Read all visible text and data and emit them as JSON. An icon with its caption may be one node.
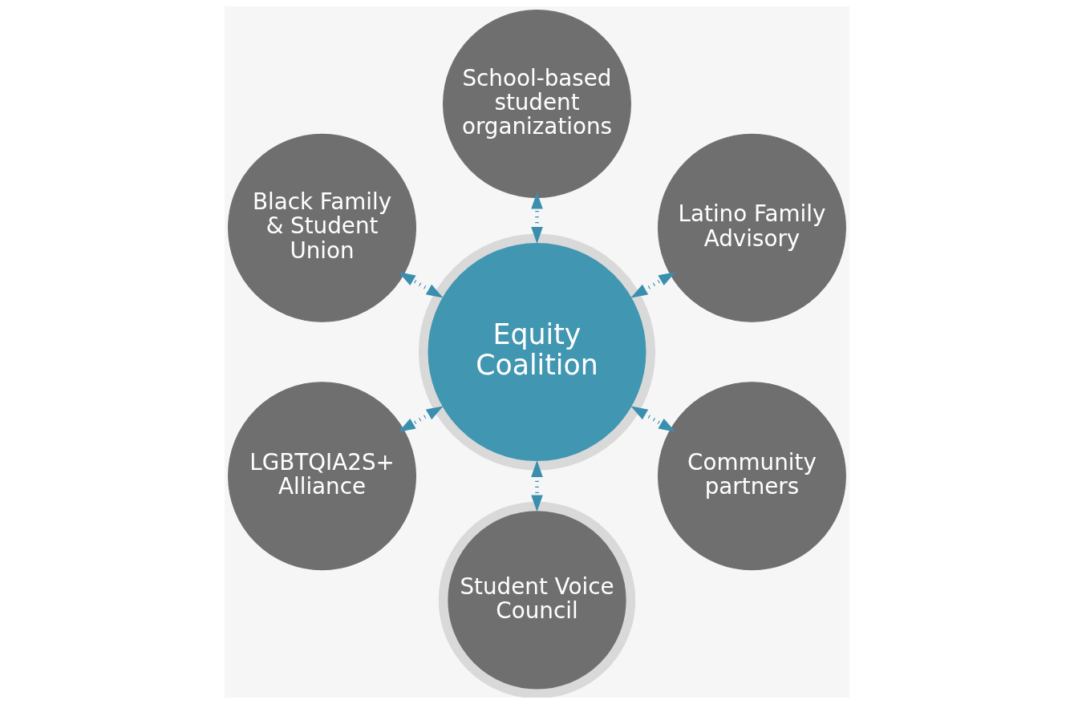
{
  "diagram": {
    "nodes": [
      {
        "text": [
          "Equity Coalition"
        ]
      },
      {
        "text": [
          "Latino Family Advisory"
        ]
      },
      {
        "text": [
          "School-based student organizations"
        ]
      },
      {
        "text": [
          "Black Family & Student Union"
        ]
      },
      {
        "text": [
          "LGBTQIA2S+ Alliance"
        ]
      },
      {
        "text": [
          "Student Voice Council"
        ]
      },
      {
        "text": [
          "Community partners"
        ]
      }
    ],
    "edges": [
      {
        "from": 0,
        "to": 1,
        "arrow": "both",
        "style": "dashed"
      },
      {
        "from": 0,
        "to": 2,
        "arrow": "both",
        "style": "dashed"
      },
      {
        "from": 0,
        "to": 3,
        "arrow": "both",
        "style": "dashed"
      },
      {
        "from": 0,
        "to": 4,
        "arrow": "both",
        "style": "dashed"
      },
      {
        "from": 0,
        "to": 5,
        "arrow": "both",
        "style": "dashed"
      },
      {
        "from": 0,
        "to": 6,
        "arrow": "both",
        "style": "dashed"
      }
    ]
  }
}
